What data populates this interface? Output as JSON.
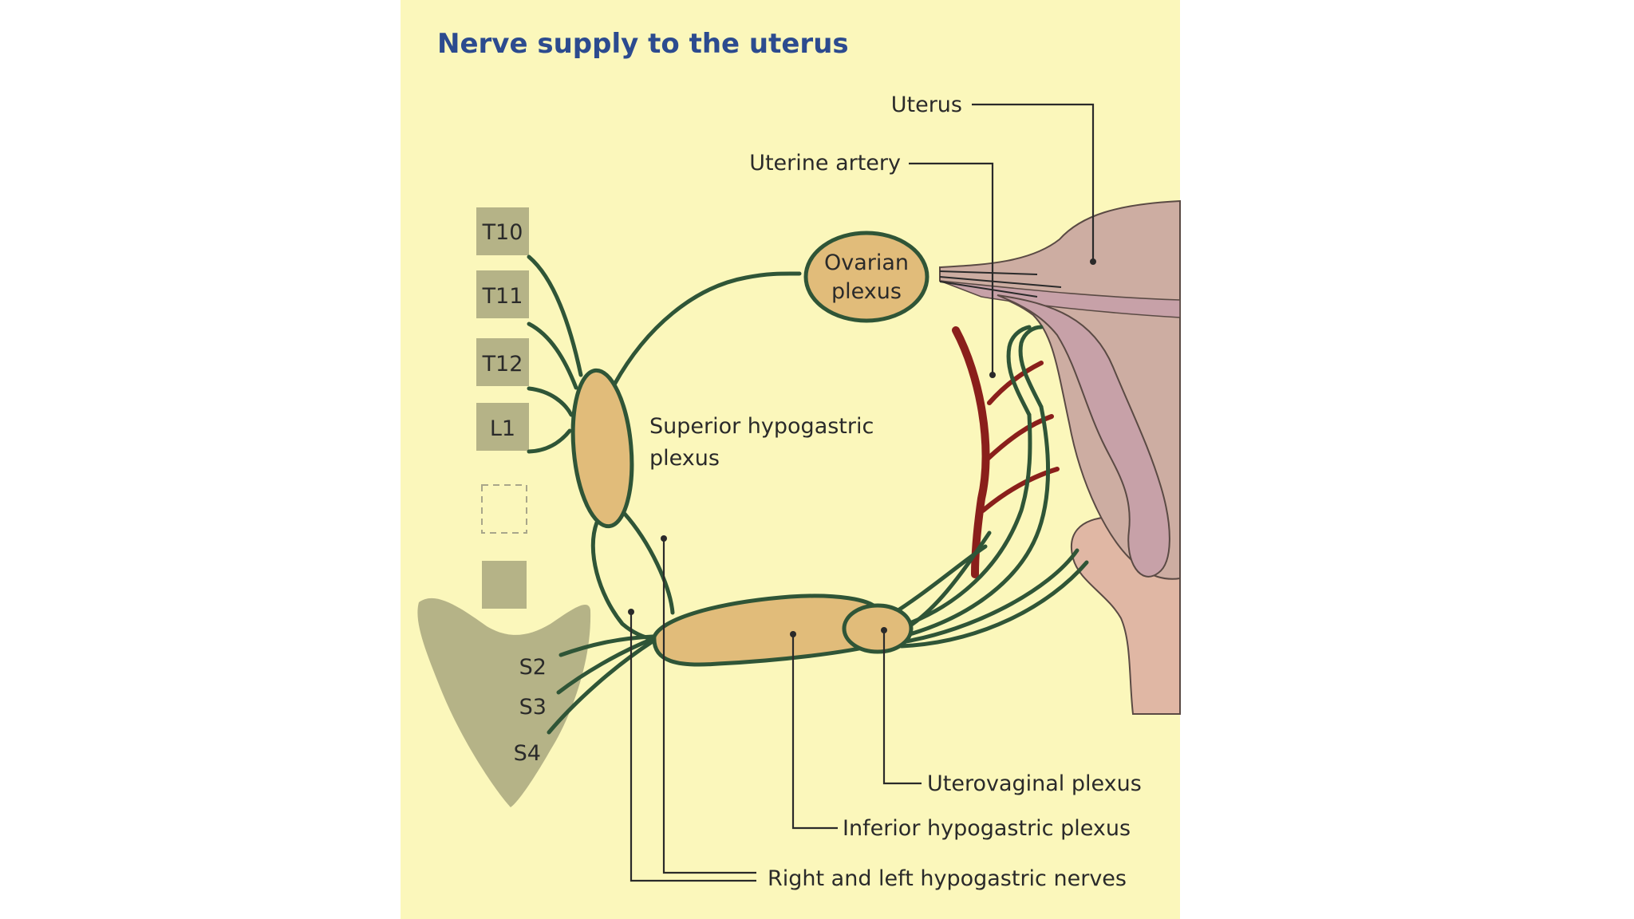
{
  "title": "Nerve supply to the uterus",
  "colors": {
    "page_background": "#ffffff",
    "panel_background": "#fbf7bb",
    "title": "#2c4b8f",
    "nerve": "#2f5537",
    "plexus_fill": "#e1bc7a",
    "vertebra": "#b5b387",
    "uterine_artery": "#8a1f1b",
    "uterus_body": "#cdada2",
    "uterus_cavity": "#c7a1a8",
    "cervix": "#e0b7a4",
    "leader_line": "#2a2a2a",
    "label_text": "#2a2a2a"
  },
  "segments": {
    "t10": "T10",
    "t11": "T11",
    "t12": "T12",
    "l1": "L1",
    "s2": "S2",
    "s3": "S3",
    "s4": "S4"
  },
  "labels": {
    "uterus": "Uterus",
    "uterine_artery": "Uterine artery",
    "ovarian_plexus_line1": "Ovarian",
    "ovarian_plexus_line2": "plexus",
    "superior_hypogastric_line1": "Superior hypogastric",
    "superior_hypogastric_line2": "plexus",
    "uterovaginal_plexus": "Uterovaginal plexus",
    "inferior_hypogastric_plexus": "Inferior hypogastric plexus",
    "hypogastric_nerves": "Right and left hypogastric nerves"
  }
}
